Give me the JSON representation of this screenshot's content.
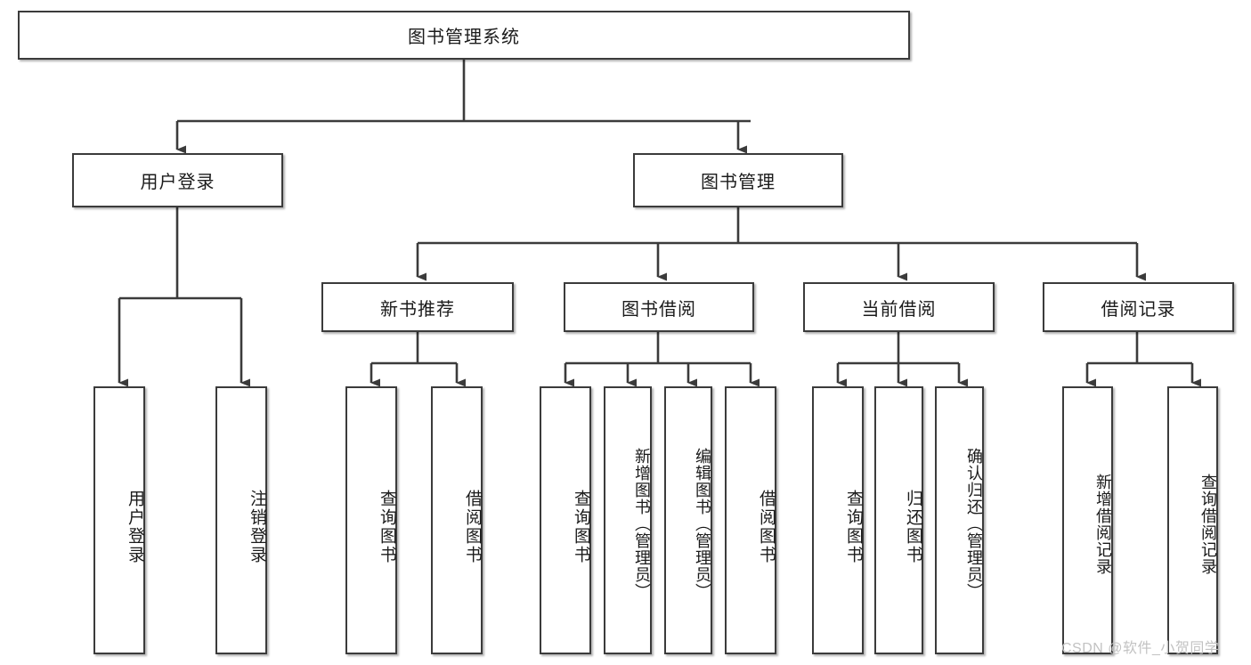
{
  "diagram": {
    "title": "图书管理系统",
    "type": "tree-hierarchy",
    "root": {
      "label": "图书管理系统"
    },
    "level2": [
      {
        "label": "用户登录"
      },
      {
        "label": "图书管理"
      }
    ],
    "level3": [
      {
        "label": "新书推荐"
      },
      {
        "label": "图书借阅"
      },
      {
        "label": "当前借阅"
      },
      {
        "label": "借阅记录"
      }
    ],
    "leaves_user_login": [
      {
        "label": "用户登录"
      },
      {
        "label": "注销登录"
      }
    ],
    "leaves_new_books": [
      {
        "label": "查询图书"
      },
      {
        "label": "借阅图书"
      }
    ],
    "leaves_borrow": [
      {
        "label": "查询图书"
      },
      {
        "label": "新增图书（管理员）"
      },
      {
        "label": "编辑图书（管理员）"
      },
      {
        "label": "借阅图书"
      }
    ],
    "leaves_current": [
      {
        "label": "查询图书"
      },
      {
        "label": "归还图书"
      },
      {
        "label": "确认归还（管理员）"
      }
    ],
    "leaves_records": [
      {
        "label": "新增借阅记录"
      },
      {
        "label": "查询借阅记录"
      }
    ]
  },
  "watermark": {
    "text": "CSDN @软件_小贺同学"
  },
  "colors": {
    "background": "#ffffff",
    "border": "#3b3b3b",
    "text": "#1b1b1b",
    "watermark": "#c2c2c2"
  }
}
